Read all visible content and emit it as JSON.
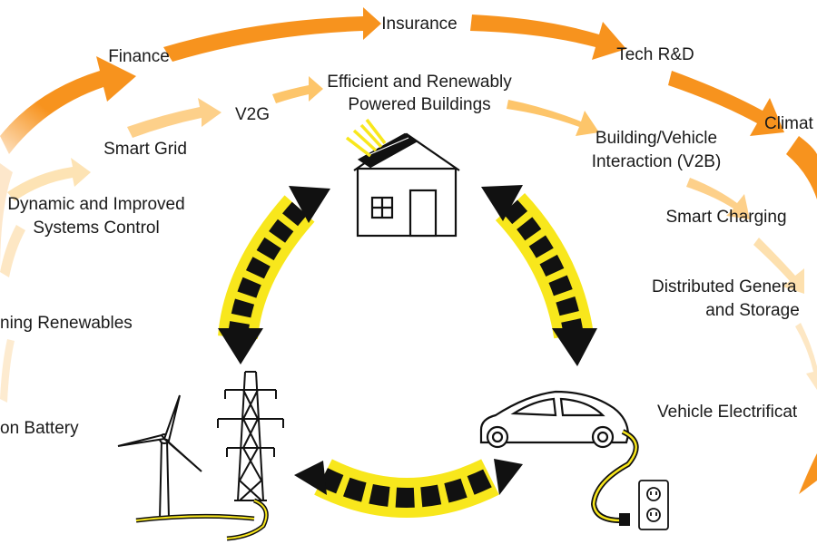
{
  "outer_ring": {
    "insurance": "Insurance",
    "finance": "Finance",
    "tech_rd": "Tech R&D",
    "climate": "Climat"
  },
  "inner_ring": {
    "efficient_l1": "Efficient and Renewably",
    "efficient_l2": "Powered Buildings",
    "v2g": "V2G",
    "smart_grid": "Smart Grid",
    "dynamic_l1": "Dynamic and Improved",
    "dynamic_l2": "Systems Control",
    "renewables": "ning Renewables",
    "battery": "on Battery",
    "v2b_l1": "Building/Vehicle",
    "v2b_l2": "Interaction (V2B)",
    "smart_charging": "Smart Charging",
    "distributed_l1": "Distributed Genera",
    "distributed_l2": "and Storage",
    "vehicle_electrification": "Vehicle Electrificat"
  },
  "colors": {
    "outer_arrow": "#f7931e",
    "inner_arrow": "#fdd28a",
    "cycle_yellow": "#f8e71c",
    "cycle_black": "#111111"
  },
  "icons": [
    "house-with-solar-panel-icon",
    "wind-turbine-icon",
    "transmission-tower-icon",
    "electric-car-icon",
    "power-outlet-icon"
  ]
}
